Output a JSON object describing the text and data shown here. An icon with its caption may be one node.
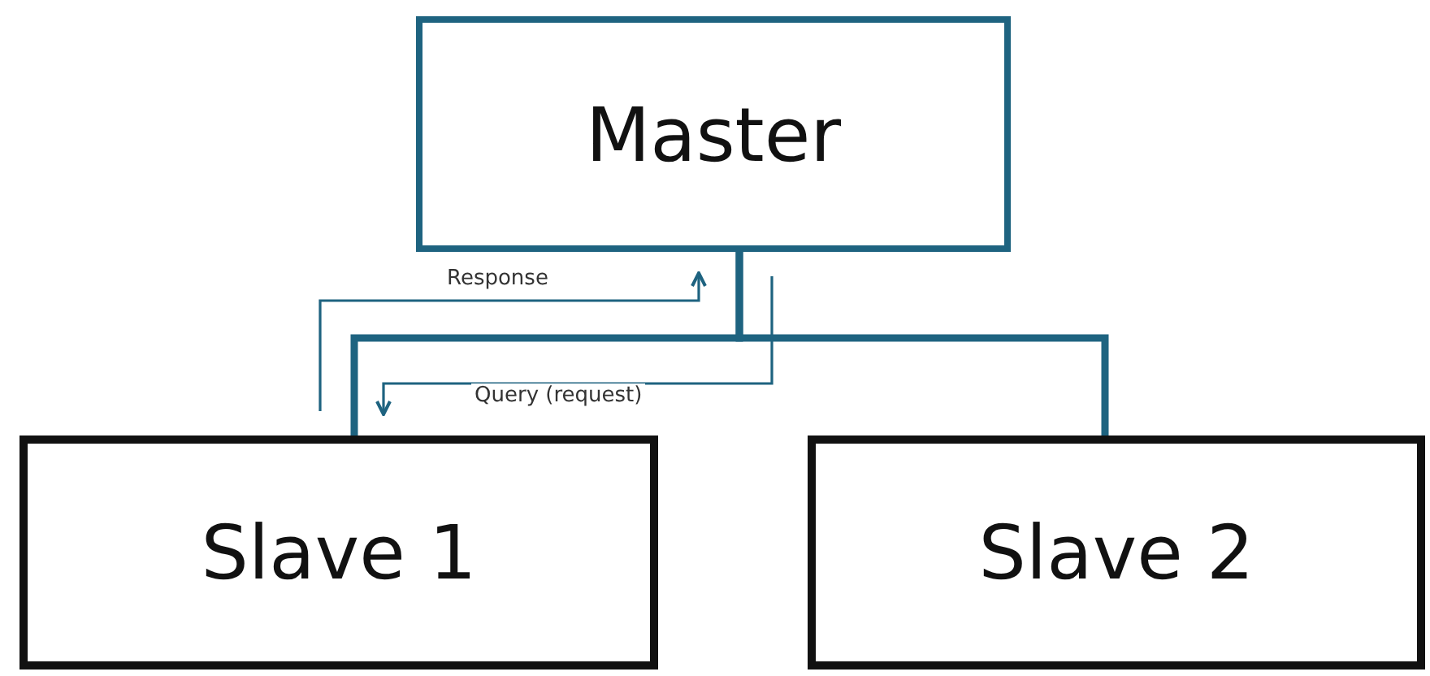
{
  "diagram": {
    "nodes": [
      {
        "text": [
          "Master"
        ]
      },
      {
        "text": [
          "Slave 1"
        ]
      },
      {
        "text": [
          "Slave 2"
        ]
      }
    ],
    "edges": [
      {
        "from": 0,
        "to": 1,
        "arrow": "none",
        "style": "thick"
      },
      {
        "from": 0,
        "to": 2,
        "arrow": "none",
        "style": "thick"
      },
      {
        "from": 1,
        "to": 0,
        "arrow": "to",
        "label": "Response"
      },
      {
        "from": 0,
        "to": 1,
        "arrow": "to",
        "label": "Query (request)"
      }
    ]
  }
}
